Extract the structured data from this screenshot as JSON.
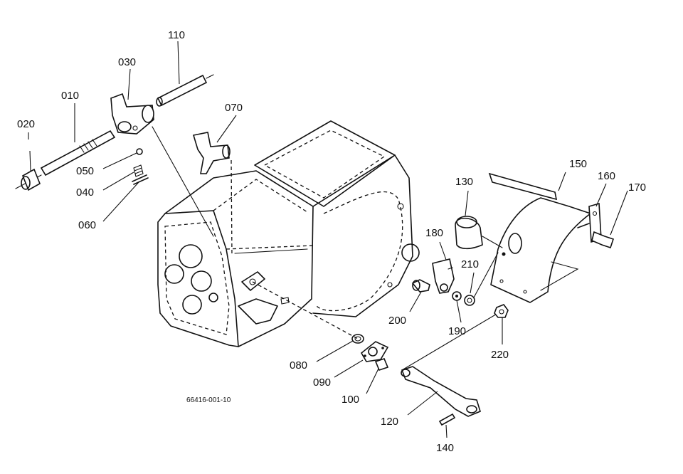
{
  "drawing_id": "66416-001-10",
  "callouts": [
    {
      "id": "p010",
      "label": "010"
    },
    {
      "id": "p020",
      "label": "020"
    },
    {
      "id": "p030",
      "label": "030"
    },
    {
      "id": "p040",
      "label": "040"
    },
    {
      "id": "p050",
      "label": "050"
    },
    {
      "id": "p060",
      "label": "060"
    },
    {
      "id": "p070",
      "label": "070"
    },
    {
      "id": "p080",
      "label": "080"
    },
    {
      "id": "p090",
      "label": "090"
    },
    {
      "id": "p100",
      "label": "100"
    },
    {
      "id": "p110",
      "label": "110"
    },
    {
      "id": "p120",
      "label": "120"
    },
    {
      "id": "p130",
      "label": "130"
    },
    {
      "id": "p140",
      "label": "140"
    },
    {
      "id": "p150",
      "label": "150"
    },
    {
      "id": "p160",
      "label": "160"
    },
    {
      "id": "p170",
      "label": "170"
    },
    {
      "id": "p180",
      "label": "180"
    },
    {
      "id": "p190",
      "label": "190"
    },
    {
      "id": "p200",
      "label": "200"
    },
    {
      "id": "p210",
      "label": "210"
    },
    {
      "id": "p220",
      "label": "220"
    }
  ]
}
